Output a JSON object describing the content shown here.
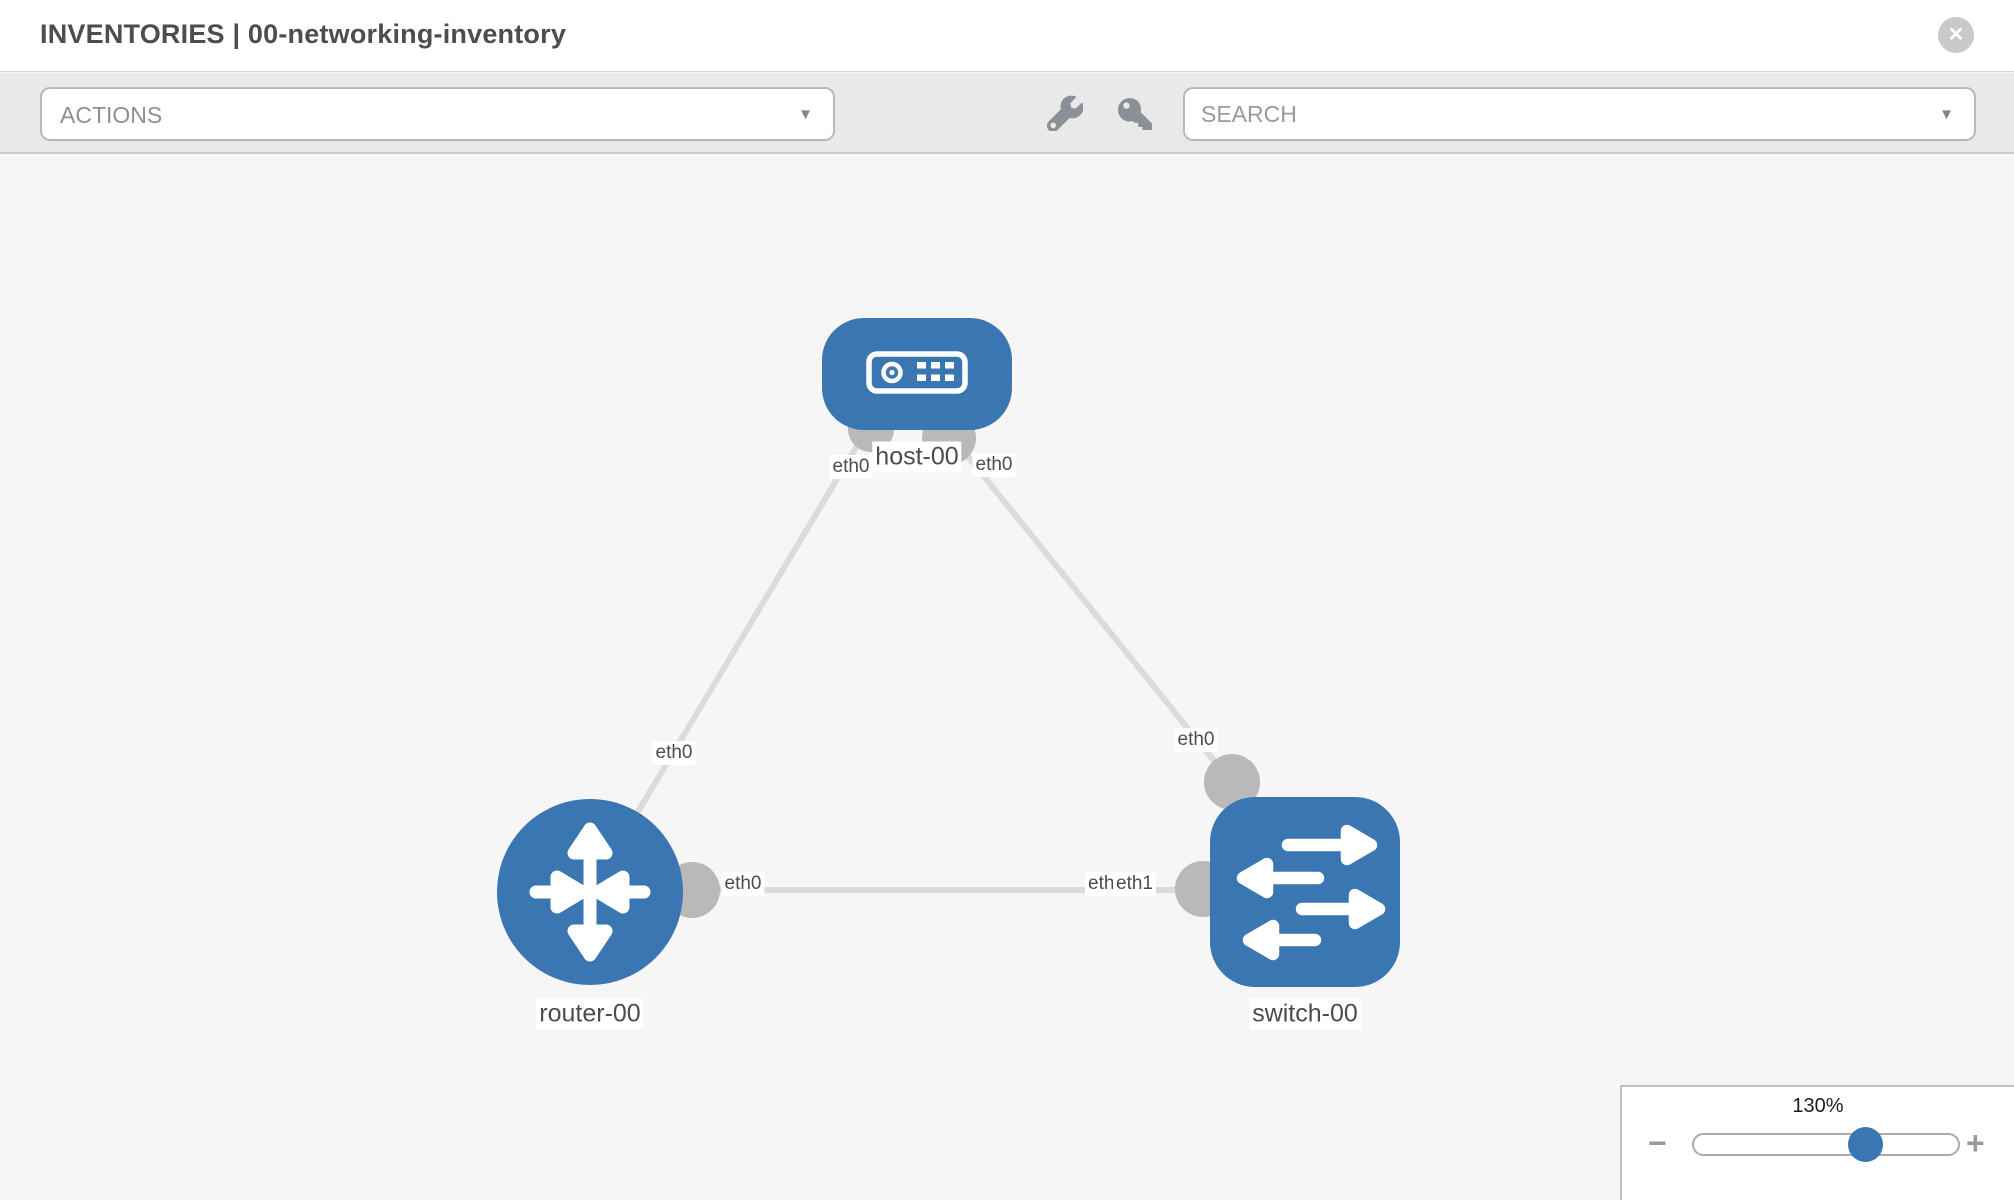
{
  "header": {
    "title": "INVENTORIES | 00-networking-inventory"
  },
  "icons": {
    "close": "✕",
    "caret": "▼",
    "minus": "−",
    "plus": "+"
  },
  "toolbar": {
    "actions_label": "ACTIONS",
    "search_placeholder": "SEARCH"
  },
  "topology": {
    "nodes": [
      {
        "id": "host-00",
        "type": "host",
        "label": "host-00"
      },
      {
        "id": "router-00",
        "type": "router",
        "label": "router-00"
      },
      {
        "id": "switch-00",
        "type": "switch",
        "label": "switch-00"
      }
    ],
    "links": [
      {
        "from": "host-00",
        "from_iface": "eth0",
        "to": "router-00",
        "to_iface": "eth0"
      },
      {
        "from": "host-00",
        "from_iface": "eth0",
        "to": "switch-00",
        "to_iface": "eth0"
      },
      {
        "from": "router-00",
        "from_iface": "eth0",
        "to": "switch-00",
        "to_iface": "eth1"
      }
    ],
    "iface_labels": {
      "host_left": "eth0",
      "host_right": "eth0",
      "router_link_host": "eth0",
      "switch_link_host": "eth0",
      "router_link_switch": "eth0",
      "switch_link_router_back": "eth0",
      "switch_link_router_front": "eth1"
    }
  },
  "zoom_control": {
    "value": "130%"
  },
  "colors": {
    "node_blue": "#3a76b1",
    "link_gray": "#dbdbdb",
    "iface_gray": "#b9b9b9",
    "canvas_bg": "#f6f6f6",
    "toolbar_bg": "#e9e9e9"
  }
}
